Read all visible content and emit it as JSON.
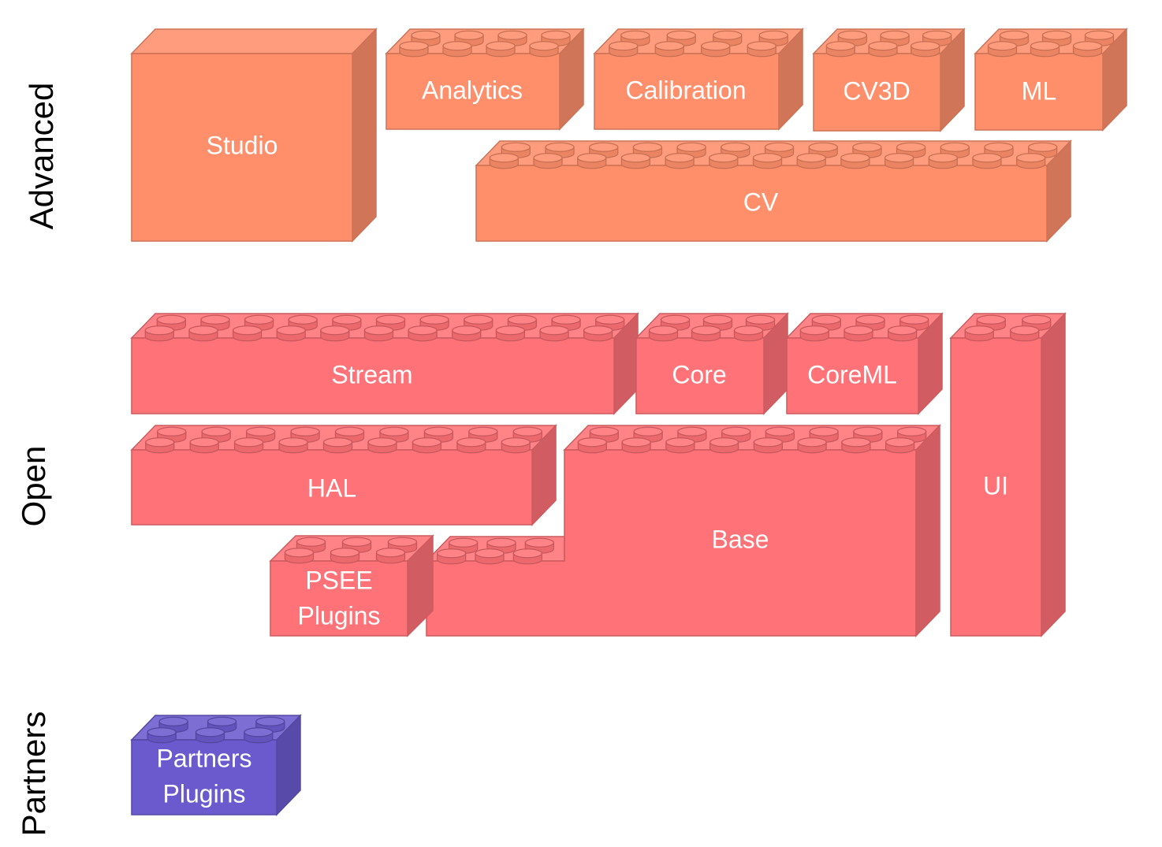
{
  "colors": {
    "advanced": "#FF8F6B",
    "open": "#FF7277",
    "partners": "#6A5ACD"
  },
  "tiers": {
    "advanced": "Advanced",
    "open": "Open",
    "partners": "Partners"
  },
  "blocks": {
    "studio": "Studio",
    "analytics": "Analytics",
    "calibration": "Calibration",
    "cv3d": "CV3D",
    "ml": "ML",
    "cv": "CV",
    "stream": "Stream",
    "core": "Core",
    "coreml": "CoreML",
    "ui": "UI",
    "hal": "HAL",
    "base": "Base",
    "psee_plugins": [
      "PSEE",
      "Plugins"
    ],
    "partners_plugins": [
      "Partners",
      "Plugins"
    ]
  }
}
